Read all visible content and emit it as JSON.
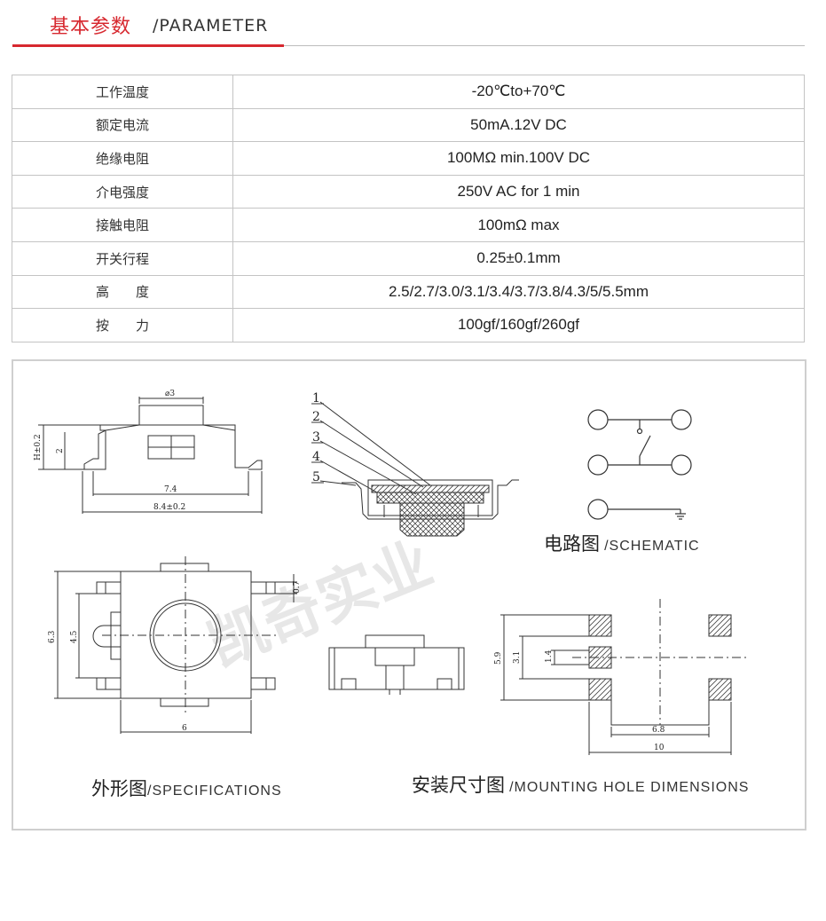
{
  "header": {
    "title_cn": "基本参数",
    "title_en": "/PARAMETER"
  },
  "params": [
    {
      "label": "工作温度",
      "value": "-20℃to+70℃"
    },
    {
      "label": "额定电流",
      "value": "50mA.12V DC"
    },
    {
      "label": "绝缘电阻",
      "value": "100MΩ min.100V DC"
    },
    {
      "label": "介电强度",
      "value": "250V AC for 1 min"
    },
    {
      "label": "接触电阻",
      "value": "100mΩ max"
    },
    {
      "label": "开关行程",
      "value": "0.25±0.1mm"
    },
    {
      "label": "高　　度",
      "value": "2.5/2.7/3.0/3.1/3.4/3.7/3.8/4.3/5/5.5mm"
    },
    {
      "label": "按　　力",
      "value": "100gf/160gf/260gf"
    }
  ],
  "drawings": {
    "side_dims": {
      "d": "⌀3",
      "h": "H±0.2",
      "two": "2",
      "w74": "7.4",
      "w84": "8.4±0.2"
    },
    "section_labels": [
      "1",
      "2",
      "3",
      "4",
      "5"
    ],
    "top_dims": {
      "h63": "6.3",
      "h45": "4.5",
      "w6": "6",
      "p07": "0.7"
    },
    "mount_dims": {
      "h59": "5.9",
      "h31": "3.1",
      "h14": "1.4",
      "w68": "6.8",
      "w10": "10"
    },
    "watermark": "凯奇实业"
  },
  "captions": {
    "schematic_cn": "电路图",
    "schematic_en": "/SCHEMATIC",
    "spec_cn": "外形图",
    "spec_en": "/SPECIFICATIONS",
    "mount_cn": "安装尺寸图",
    "mount_en": "/MOUNTING HOLE DIMENSIONS"
  },
  "colors": {
    "accent": "#d7282f",
    "border": "#c4c4c4"
  }
}
